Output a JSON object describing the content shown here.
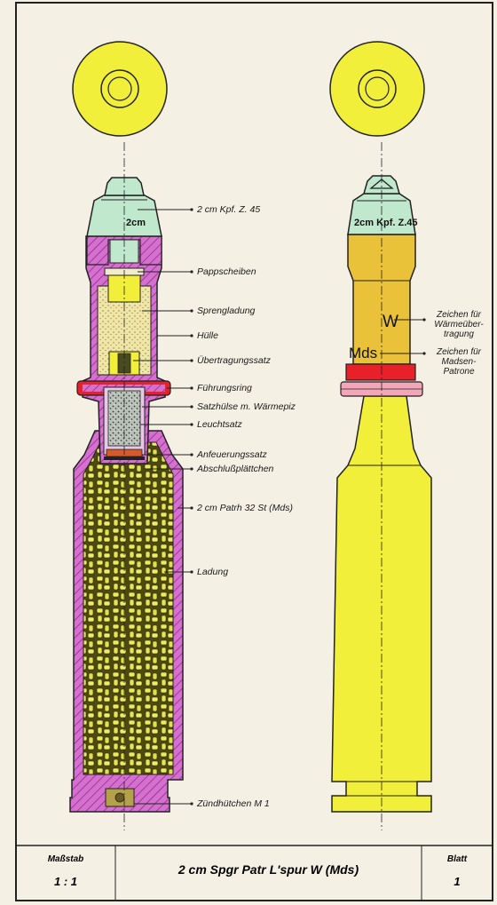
{
  "labels": {
    "fuze": "2 cm Kpf. Z. 45",
    "pappscheiben": "Pappscheiben",
    "sprengladung": "Sprengladung",
    "huelle": "Hülle",
    "uebertragungssatz": "Übertragungssatz",
    "fuehrungsring": "Führungsring",
    "satzhuelse": "Satzhülse m. Wärmepiz",
    "leuchtsatz": "Leuchtsatz",
    "anfeuerungssatz": "Anfeuerungssatz",
    "abschluss": "Abschlußplättchen",
    "patrh": "2 cm Patrh 32 St (Mds)",
    "ladung": "Ladung",
    "zuendhuetchen": "Zündhütchen M 1",
    "w_line1": "Zeichen für",
    "w_line2": "Wärmeüber-",
    "w_line3": "tragung",
    "mds_line1": "Zeichen für",
    "mds_line2": "Madsen-",
    "mds_line3": "Patrone"
  },
  "markings": {
    "fuze_left": "2cm",
    "fuze_right": "2cm Kpf. Z.45",
    "w": "W",
    "mds": "Mds"
  },
  "title_block": {
    "scale_label": "Maßstab",
    "scale_value": "1 : 1",
    "title": "2 cm Spgr Patr L'spur W (Mds)",
    "sheet_label": "Blatt",
    "sheet_value": "1"
  },
  "colors": {
    "yellow": "#f2ef3a",
    "magenta": "#d66fd0",
    "mint": "#bfe8cc",
    "ochre": "#e9c23a",
    "red": "#e8202a",
    "pink": "#f2a6b8"
  }
}
